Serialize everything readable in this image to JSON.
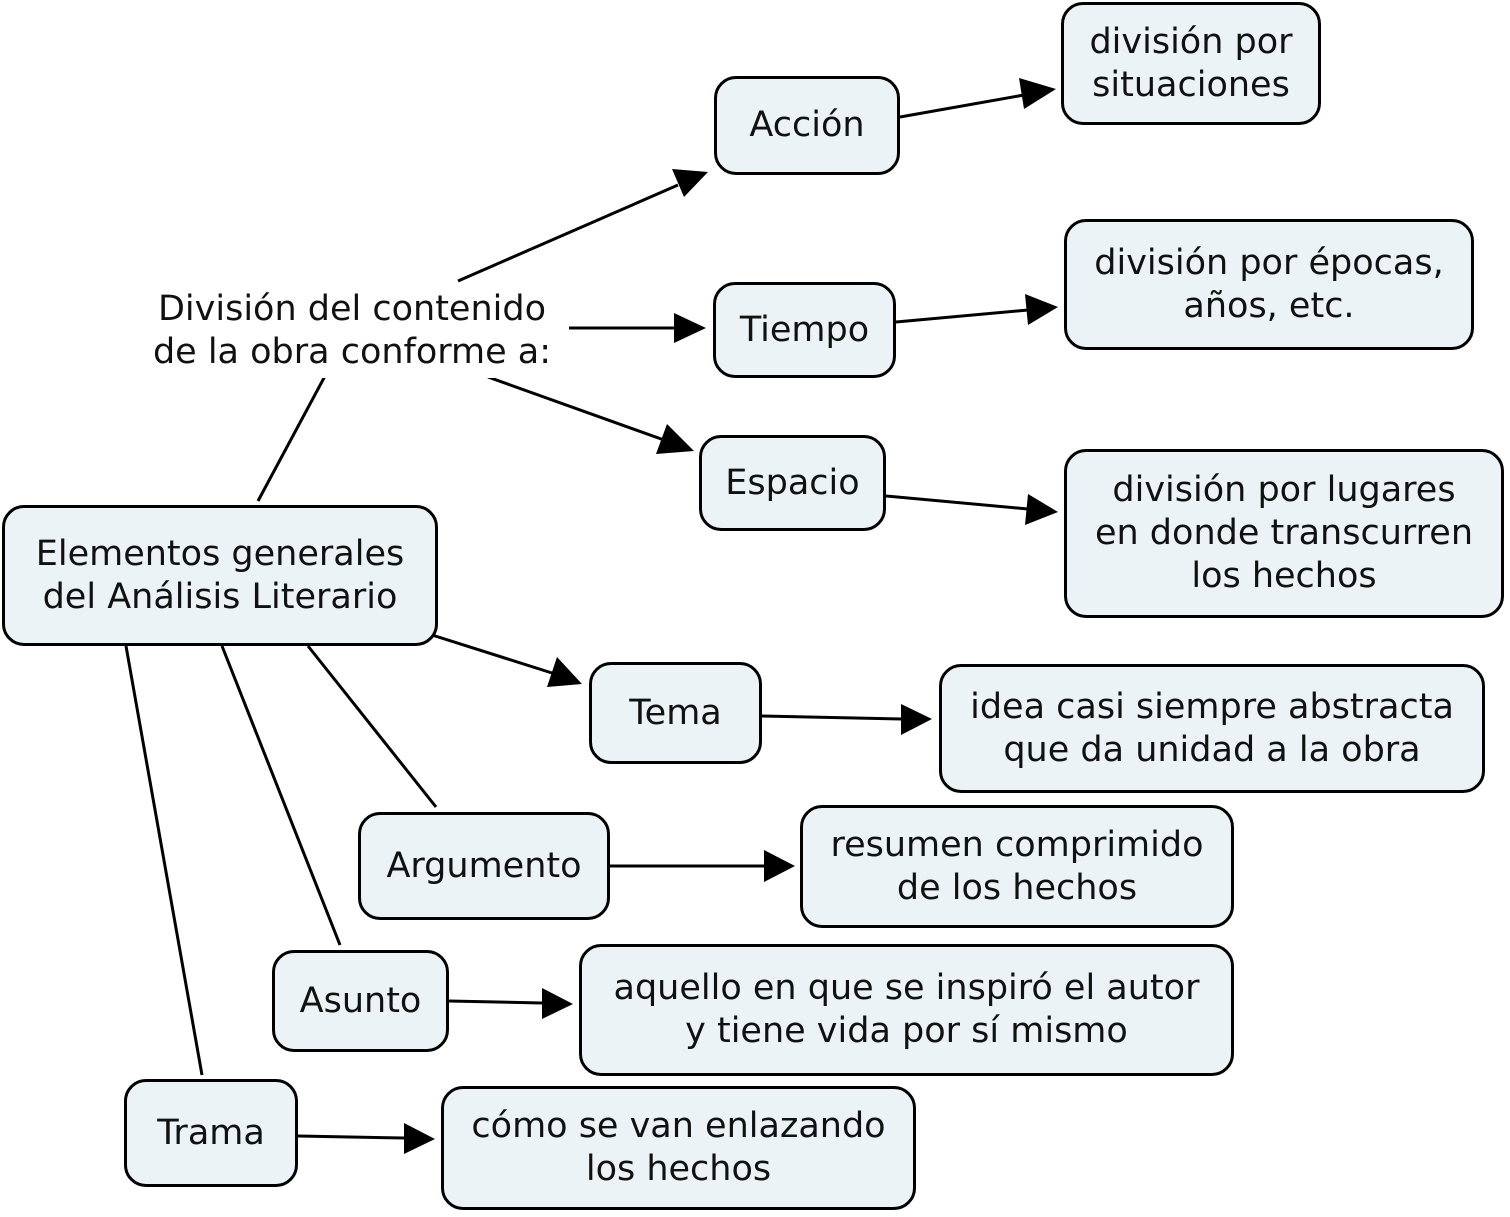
{
  "diagram": {
    "nodes": {
      "division": {
        "text": "División del contenido\nde la obra conforme a:"
      },
      "elementos": {
        "text": "Elementos generales\ndel Análisis Literario"
      },
      "accion": {
        "text": "Acción"
      },
      "tiempo": {
        "text": "Tiempo"
      },
      "espacio": {
        "text": "Espacio"
      },
      "tema": {
        "text": "Tema"
      },
      "argumento": {
        "text": "Argumento"
      },
      "asunto": {
        "text": "Asunto"
      },
      "trama": {
        "text": "Trama"
      },
      "accion_def": {
        "text": "división por\nsituaciones"
      },
      "tiempo_def": {
        "text": "división por épocas,\naños, etc."
      },
      "espacio_def": {
        "text": "división por lugares\nen donde transcurren\nlos hechos"
      },
      "tema_def": {
        "text": "idea casi siempre abstracta\nque da unidad a la obra"
      },
      "argumento_def": {
        "text": "resumen comprimido\nde los hechos"
      },
      "asunto_def": {
        "text": "aquello en que se inspiró el autor\ny tiene vida por sí mismo"
      },
      "trama_def": {
        "text": "cómo se van enlazando\nlos hechos"
      }
    },
    "colors": {
      "node_fill": "#ecf3f6",
      "stroke": "#000000"
    }
  }
}
